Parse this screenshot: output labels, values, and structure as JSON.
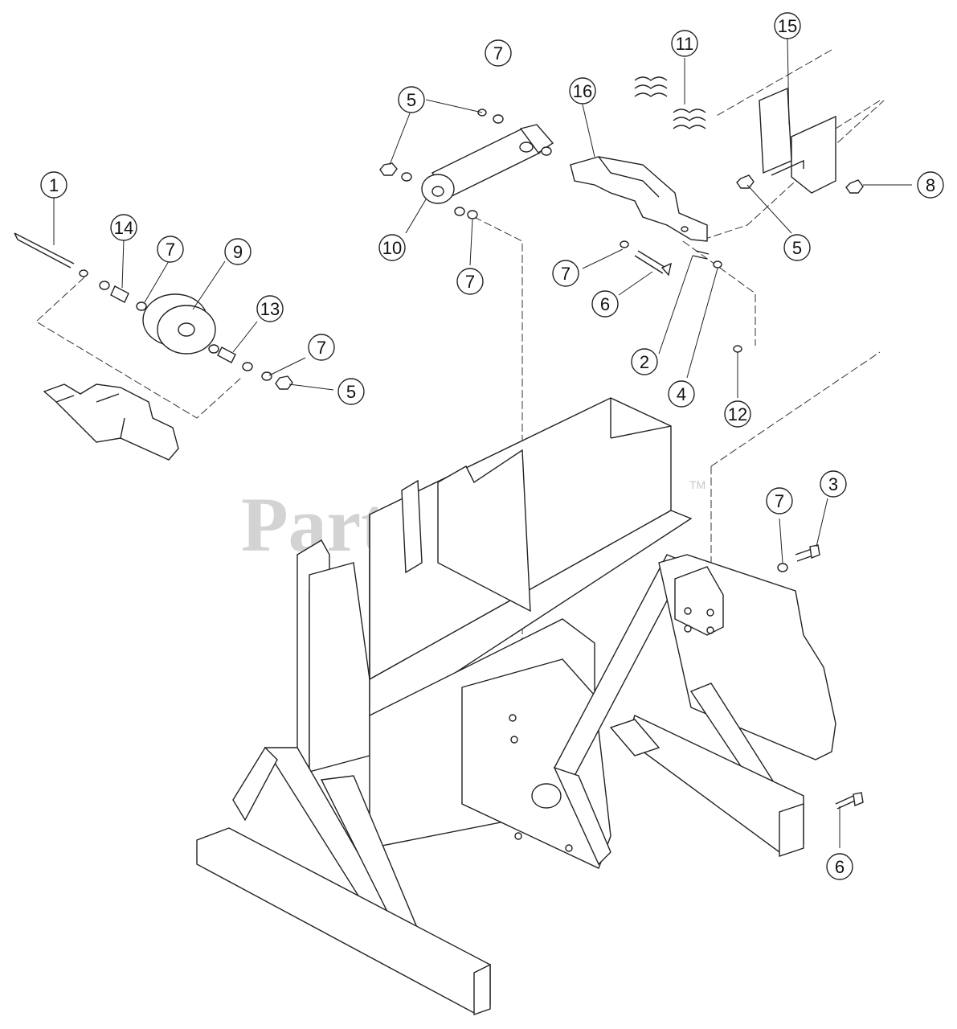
{
  "watermark": {
    "brand": "PartsTree",
    "trademark": "TM"
  },
  "callouts": [
    "7",
    "11",
    "15",
    "5",
    "16",
    "1",
    "14",
    "7",
    "9",
    "10",
    "7",
    "7",
    "6",
    "8",
    "5",
    "13",
    "7",
    "5",
    "2",
    "4",
    "12",
    "3",
    "7",
    "6"
  ]
}
